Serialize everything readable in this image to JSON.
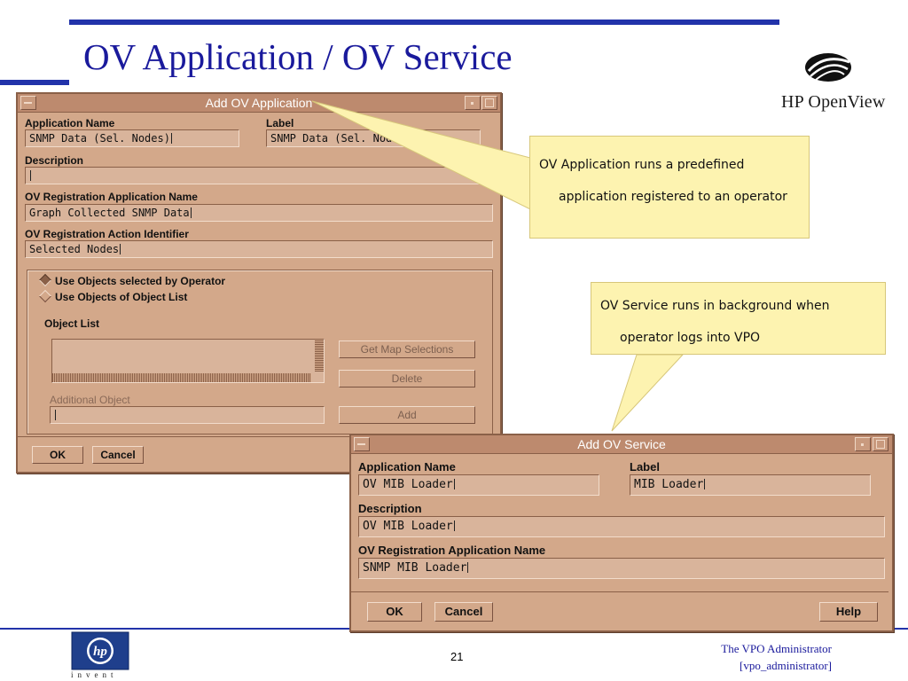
{
  "slide": {
    "title": "OV Application / OV Service",
    "brand": "HP OpenView",
    "page_number": "21",
    "footer_line1": "The VPO Administrator",
    "footer_line2": "[vpo_administrator]",
    "logo_mark": "hp",
    "logo_tagline": "invent"
  },
  "callouts": {
    "application": {
      "line1": "OV Application runs a predefined",
      "line2": "application registered to an operator"
    },
    "service": {
      "line1": "OV Service runs in background when",
      "line2": "operator logs into VPO"
    }
  },
  "app_window": {
    "title": "Add OV Application",
    "app_name_label": "Application Name",
    "app_name_value": "SNMP Data (Sel. Nodes)",
    "label_label": "Label",
    "label_value": "SNMP Data (Sel. Nodes)",
    "description_label": "Description",
    "description_value": "",
    "reg_app_label": "OV Registration Application Name",
    "reg_app_value": "Graph Collected SNMP Data",
    "reg_action_label": "OV Registration Action Identifier",
    "reg_action_value": "Selected Nodes",
    "radio_operator": "Use Objects selected by Operator",
    "radio_list": "Use Objects of Object List",
    "object_list_label": "Object List",
    "get_map_button": "Get Map Selections",
    "delete_button": "Delete",
    "additional_label": "Additional Object",
    "additional_value": "",
    "add_button": "Add",
    "ok_button": "OK",
    "cancel_button": "Cancel"
  },
  "svc_window": {
    "title": "Add OV Service",
    "app_name_label": "Application Name",
    "app_name_value": "OV MIB Loader",
    "label_label": "Label",
    "label_value": "MIB Loader",
    "description_label": "Description",
    "description_value": "OV MIB Loader",
    "reg_app_label": "OV Registration Application Name",
    "reg_app_value": "SNMP MIB Loader",
    "ok_button": "OK",
    "cancel_button": "Cancel",
    "help_button": "Help"
  },
  "colors": {
    "title_blue": "#1a1a9c",
    "rule_blue": "#2233aa",
    "motif_bg": "#d3a88a",
    "callout_bg": "#fdf3b0"
  }
}
